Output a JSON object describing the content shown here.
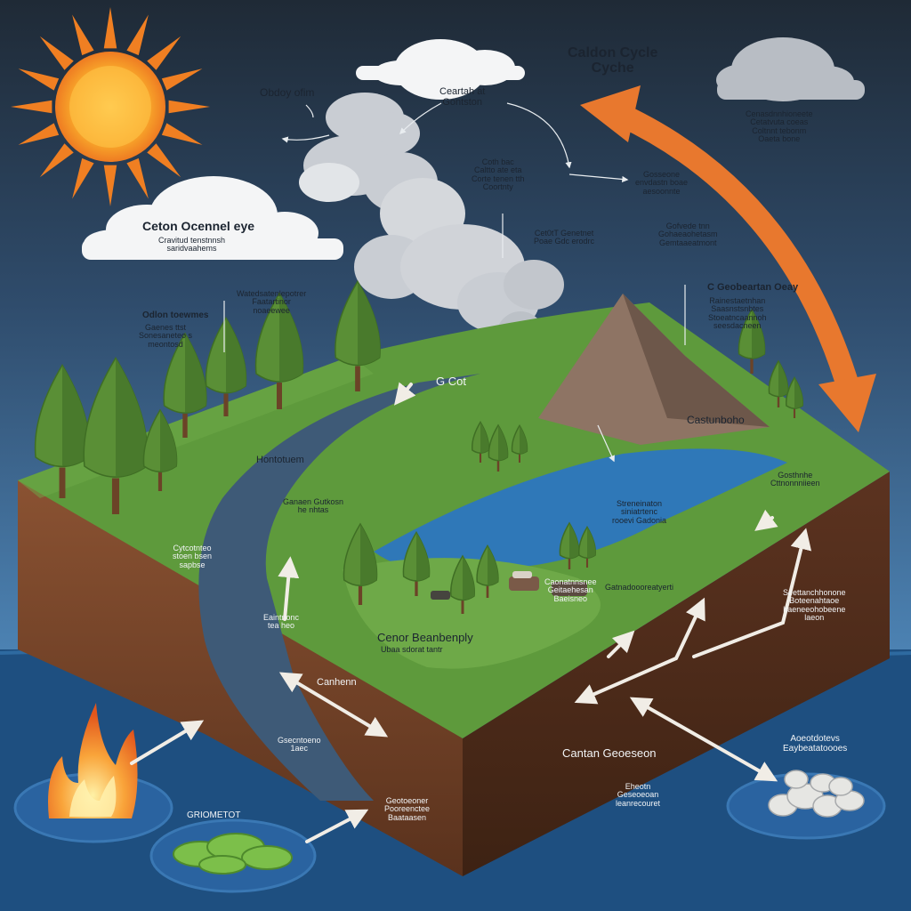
{
  "title": "Caldon Cycle Cyche",
  "colors": {
    "sky_top": "#1f2a36",
    "sky_bottom": "#4e86b8",
    "ocean": "#1e4f80",
    "grass": "#5e9a3c",
    "soil": "#7a4527",
    "soil_dark": "#4a2a18",
    "river": "#3e5a77",
    "lake": "#2f78b8",
    "arrow_orange": "#e8782e",
    "sun": "#f7a52a",
    "cloud": "#f4f5f6",
    "smoke": "#c9cdd3"
  },
  "labels": {
    "top_title": "Caldon Cycle\nCyche",
    "cloud_left_title": "Ceton Ocennel eye",
    "cloud_left_sub": "Cravitud tenstnnsh\nsaridvaahems",
    "obdy_ofim": "Obdoy ofim",
    "earth_carton": "Ceartah at\nGontston",
    "center_smoke": "Coth bac\nCaltto ate eta\nCorte tenen tth\nCoortnty",
    "right_top_note": "Cenasdnnhioneete\nCetatvuta coeas\nColtnnt tebonm\nOaeta bone",
    "green_label": "Gosseone\nenvdastn boae\naesoonnte",
    "mid_caption": "Cet0tT Genetnet\nPoae Gdc erodrc",
    "right_detail": "Gofvede tnn\nGohaeaohetasm\nGemtaaeatmont",
    "ocean_right_title": "C Geobeartan Oeay",
    "ocean_right_body": "Rainestaetnhan\nSaasnstsnbtes\nStoeatncaannoh\nseesdacneen",
    "left_forest_title": "Odlon toewmes",
    "left_forest_body": "Gaenes  ttst\nSonesaneteo s\nmeontosd",
    "forest_mid": "Watedsatenlepotrer\nFaatartinor\nnoaeewee",
    "river_gas": "G Cot",
    "mountain": "Castunboho",
    "river_a": "Hontotuem",
    "river_b": "Ganaen Gutkosn\nhe nhtas",
    "cliff_left": "Cytcotnteo\nstoen bsen\nsapbse",
    "lake_label": "Streneinaton\nsiniatrtenc\nrooevi Gadonia",
    "right_cliff": "Gosthnhe\nCttnonnniieen",
    "mid_field": "Gatnadoooreatyerti",
    "caption_lower": "Cenor Beanbenply",
    "caption_lower_sub": "Ubaa sdorat tantr",
    "side_wall_a": "Eaintnonc\ntea heo",
    "side_wall_b": "Canhenn",
    "side_wall_c": "Gsecntoeno\n1aec",
    "front_left": "Geotoeoner\nPooreenctee\nBaataasen",
    "front_wall": "Cantan Geoeseon",
    "front_right": "Eheotn\nGeseoeoan\nleanrecouret",
    "right_wall": "Seettanchhonone\nBoteenahtaoe\nhaeneeohobeene\nlaeon",
    "rock_label": "Aoeotdotevs\nEaybeatatoooes",
    "bottom_right_front": "Caonatnnsnee\nGeitaehesan\nBaeisneo",
    "fire_pool": "GRIOMETOT"
  }
}
